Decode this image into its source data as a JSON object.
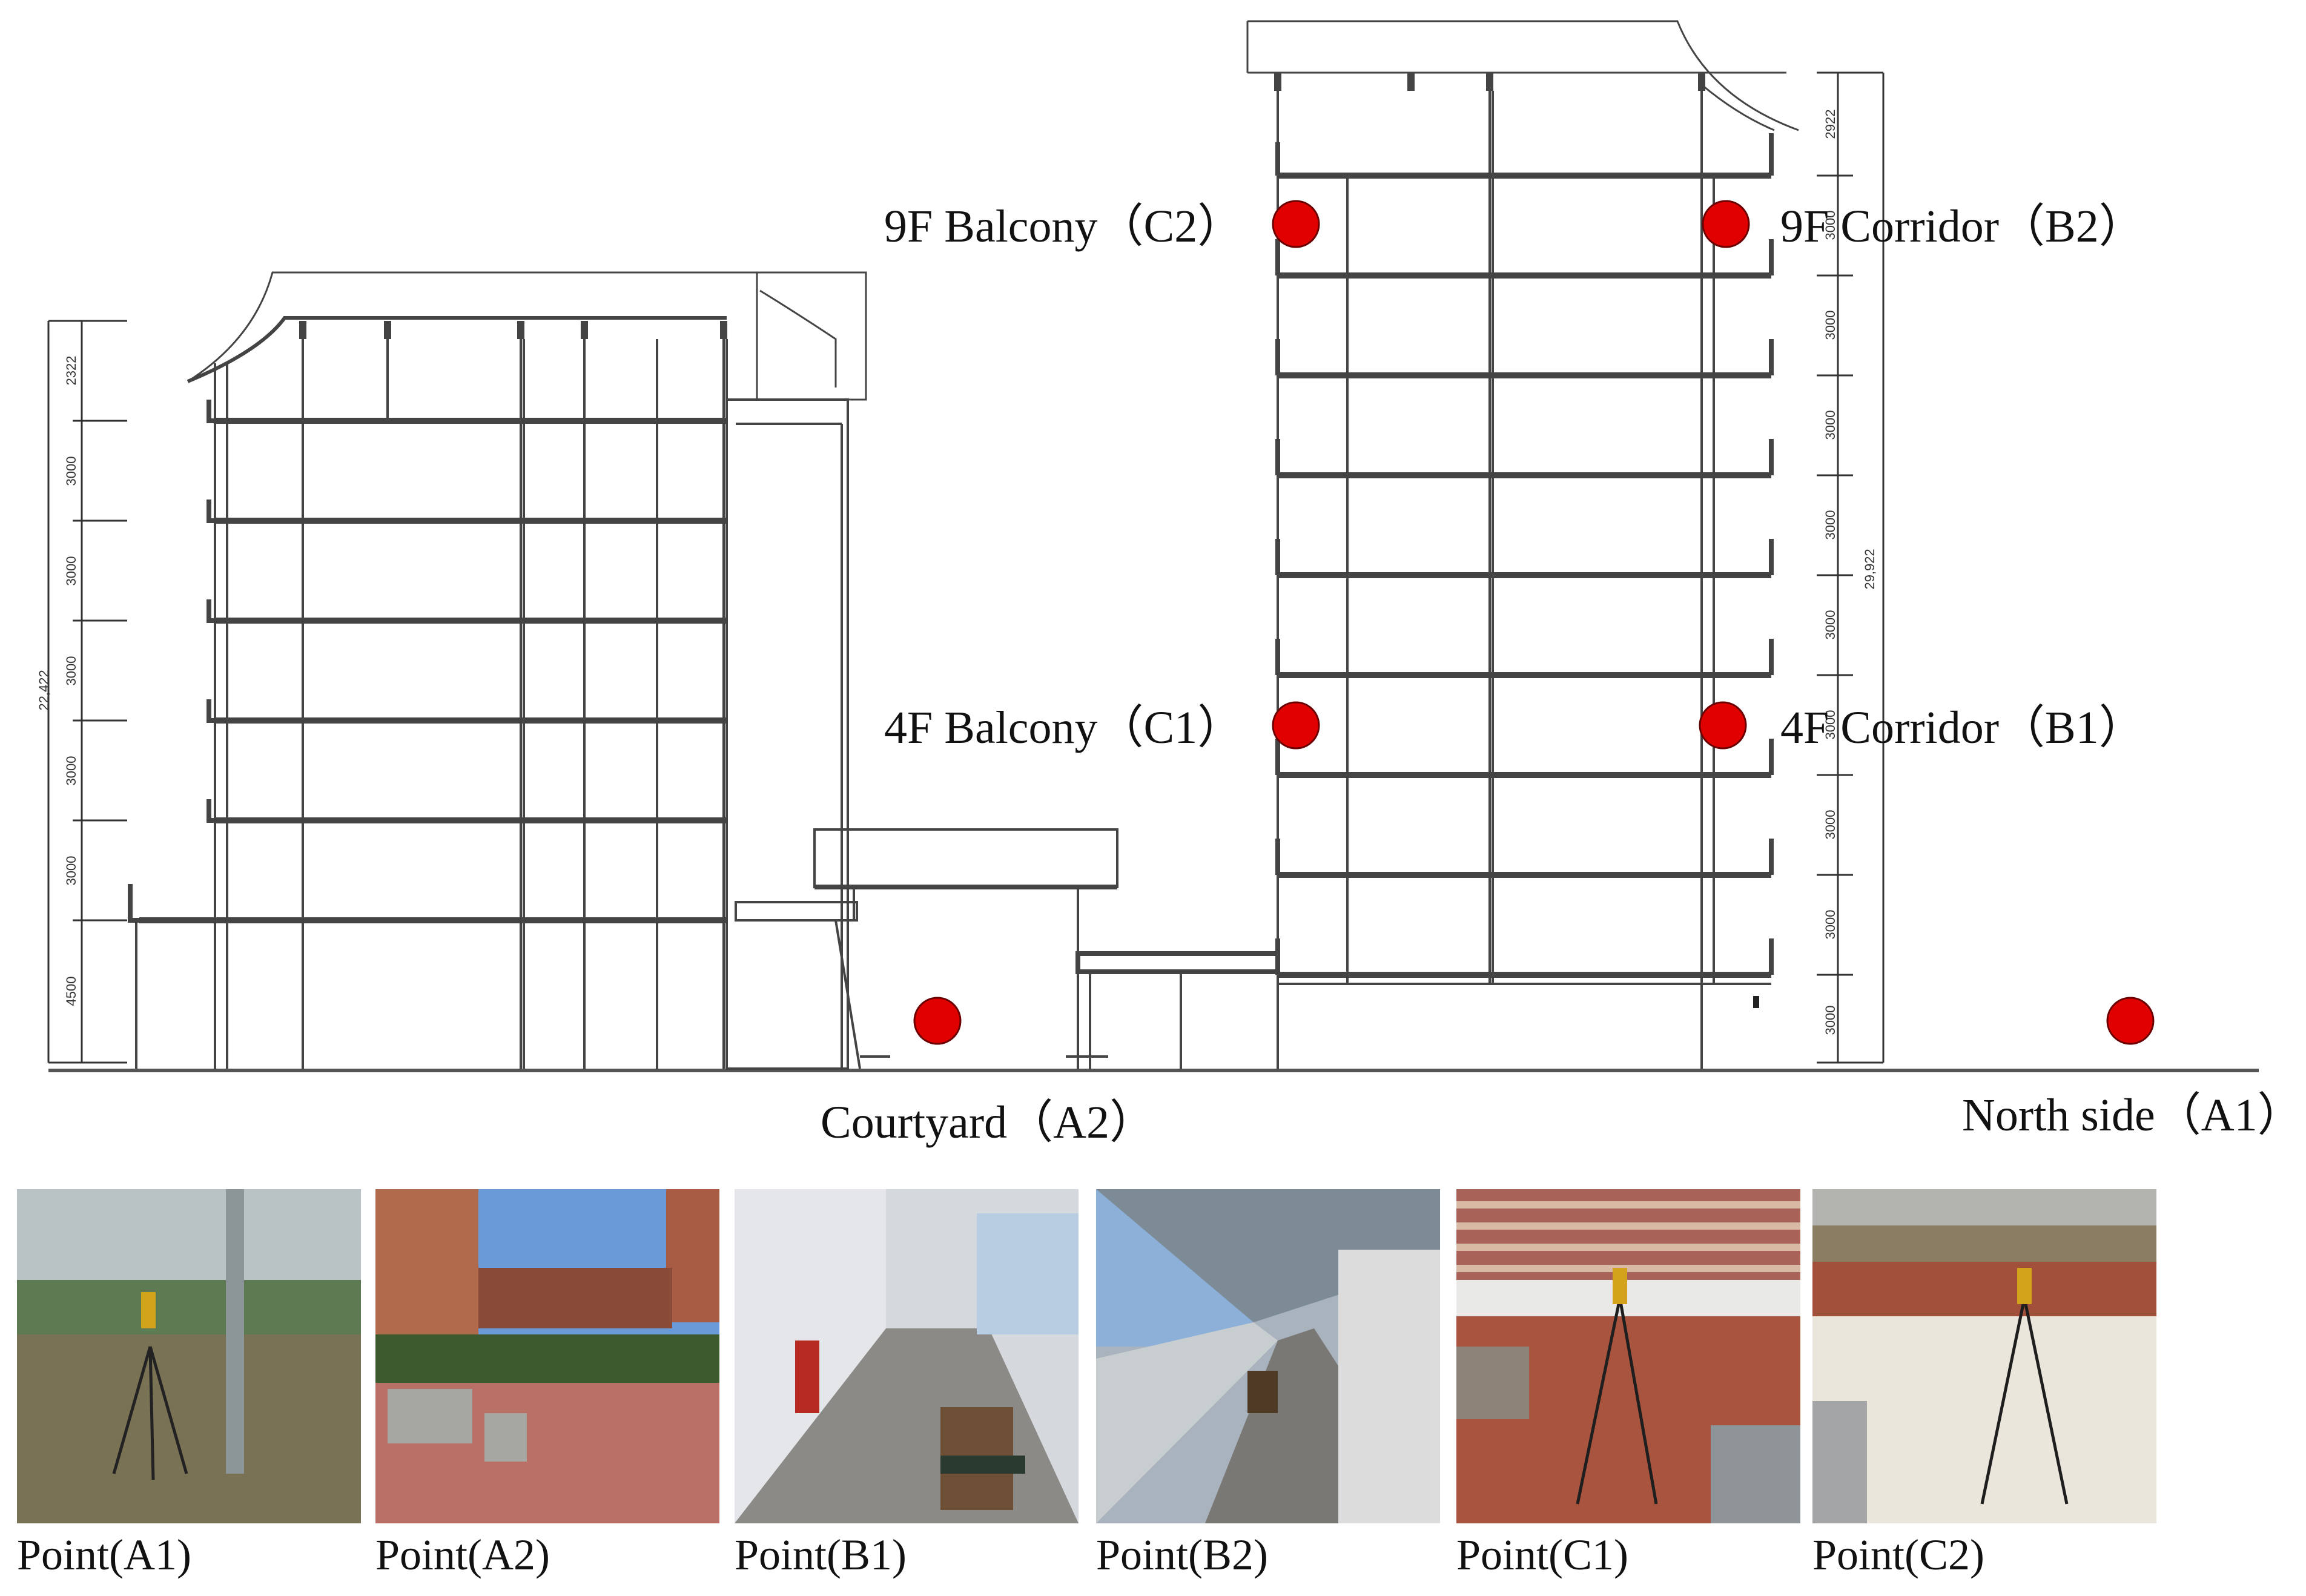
{
  "dimensions": {
    "left_total": "22,422",
    "left_floors": [
      "2322",
      "3000",
      "3000",
      "3000",
      "3000",
      "3000",
      "4500"
    ],
    "right_total": "29,922",
    "right_floors": [
      "2922",
      "3000",
      "3000",
      "3000",
      "3000",
      "3000",
      "3000",
      "3000",
      "3000",
      "3000"
    ]
  },
  "points": {
    "c2": "9F Balcony（C2）",
    "b2": "9F Corridor（B2）",
    "c1": "4F Balcony（C1）",
    "b1": "4F Corridor（B1）",
    "a2": "Courtyard（A2）",
    "a1": "North side（A1）"
  },
  "marker_color": "#e00000",
  "photos": [
    {
      "caption": "Point(A1)"
    },
    {
      "caption": "Point(A2)"
    },
    {
      "caption": "Point(B1)"
    },
    {
      "caption": "Point(B2)"
    },
    {
      "caption": "Point(C1)"
    },
    {
      "caption": "Point(C2)"
    }
  ]
}
